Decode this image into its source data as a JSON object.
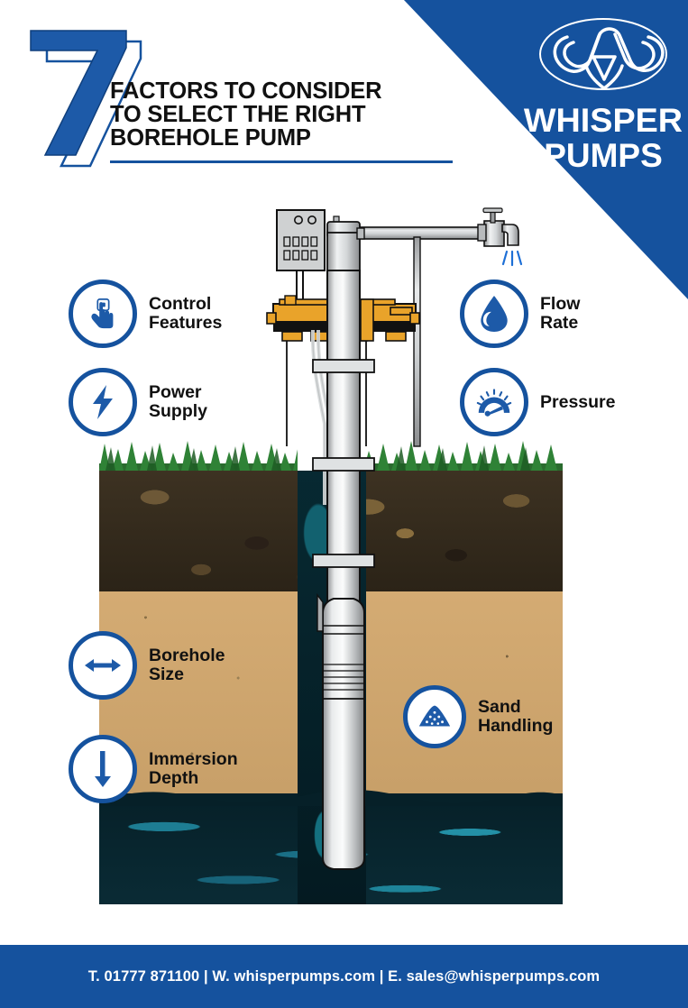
{
  "header": {
    "number": "7",
    "title_lines": [
      "FACTORS TO CONSIDER",
      "TO SELECT THE RIGHT",
      "BOREHOLE PUMP"
    ],
    "brand_name_line1": "WHISPER",
    "brand_name_line2": "PUMPS",
    "brand_color": "#15529e"
  },
  "factors": [
    {
      "id": "control-features",
      "label": "Control\nFeatures",
      "icon": "hand-press-icon"
    },
    {
      "id": "power-supply",
      "label": "Power\nSupply",
      "icon": "lightning-bolt-icon"
    },
    {
      "id": "flow-rate",
      "label": "Flow\nRate",
      "icon": "water-droplet-icon"
    },
    {
      "id": "pressure",
      "label": "Pressure",
      "icon": "pressure-gauge-icon"
    },
    {
      "id": "borehole-size",
      "label": "Borehole\nSize",
      "icon": "horizontal-double-arrow-icon"
    },
    {
      "id": "immersion-depth",
      "label": "Immersion\nDepth",
      "icon": "down-arrow-icon"
    },
    {
      "id": "sand-handling",
      "label": "Sand\nHandling",
      "icon": "sand-pile-icon"
    }
  ],
  "diagram": {
    "name": "borehole-pump-cross-section",
    "parts": [
      "control-panel",
      "wellhead-riser",
      "orange-wellhead-cap",
      "delivery-pipe",
      "outlet-tap",
      "water-spray",
      "drop-pipe",
      "pipe-clamps",
      "submersible-pump",
      "pump-intake-screen",
      "power-cable",
      "dip-tube"
    ],
    "layers": [
      {
        "name": "grass",
        "color": "#2f7a33"
      },
      {
        "name": "topsoil",
        "color": "#3d3222"
      },
      {
        "name": "sand",
        "color": "#d4ab73"
      },
      {
        "name": "aquifer",
        "color": "#062028"
      }
    ]
  },
  "footer": {
    "phone_label": "T.",
    "phone": "01777 871100",
    "web_label": "W.",
    "web": "whisperpumps.com",
    "email_label": "E.",
    "email": "sales@whisperpumps.com",
    "separator": "|",
    "full_text": "T. 01777 871100   |   W. whisperpumps.com   |   E. sales@whisperpumps.com"
  }
}
